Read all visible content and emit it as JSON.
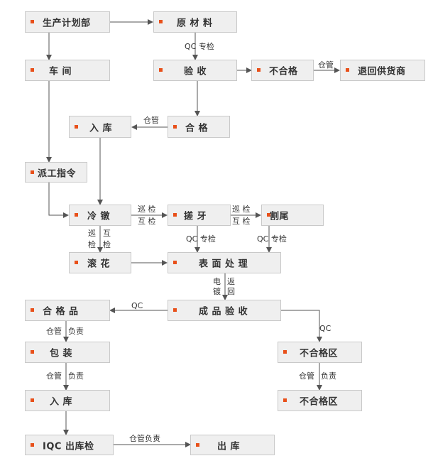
{
  "nodes": {
    "production_planning": "生产计划部",
    "raw_materials": "原 材 料",
    "workshop": "车 间",
    "inspection_receiving": "验 收",
    "nonconforming_top": "不合格",
    "return_to_supplier": "退回供货商",
    "stock_in_top": "入 库",
    "qualified_top": "合 格",
    "work_dispatch": "派工指令",
    "cold_heading": "冷 镦",
    "thread_rolling": "搓 牙",
    "tail_cutting": "割尾",
    "knurling": "滚 花",
    "surface_treatment": "表 面 处 理",
    "qualified_product": "合 格 品",
    "finished_inspection": "成 品 验 收",
    "packaging": "包 装",
    "nonconforming_zone_1": "不合格区",
    "stock_in_bottom": "入 库",
    "nonconforming_zone_2": "不合格区",
    "iqc_outbound_check": "IQC 出库检",
    "outbound": "出 库"
  },
  "edge_labels": {
    "qc_special_check": "QC 专检",
    "warehouse_mgmt": "仓管",
    "patrol_check_1": "巡 检",
    "mutual_check_1": "互 检",
    "patrol_check_2": "巡 检",
    "mutual_check_2": "互 检",
    "patrol_vertical_1": "巡",
    "mutual_vertical_1": "互",
    "patrol_vertical_2": "检",
    "mutual_vertical_2": "检",
    "qc_special_check_2": "QC 专检",
    "qc_special_check_3": "QC 专检",
    "plating_1": "电",
    "plating_2": "镀",
    "return_1": "返",
    "return_2": "回",
    "qc": "QC",
    "qc_right": "QC",
    "wh_1": "仓管",
    "resp_1": "负责",
    "wh_2": "仓管",
    "resp_2": "负责",
    "wh_3": "仓管",
    "resp_3": "负责",
    "wh_resp": "仓管负责",
    "wh_top": "仓管"
  },
  "colors": {
    "box_fill": "#efefef",
    "box_border": "#c9c9c9",
    "marker": "#e8501a",
    "line": "#555555",
    "text": "#333333"
  }
}
